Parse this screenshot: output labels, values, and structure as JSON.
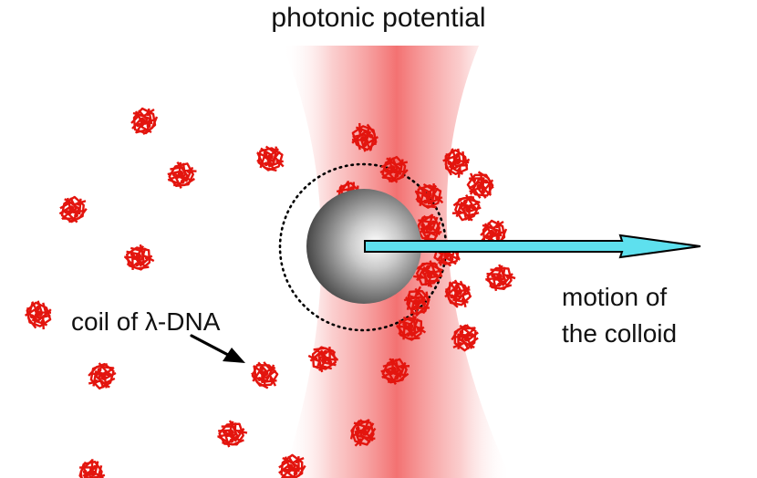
{
  "title": "photonic potential",
  "dna_label": "coil of λ-DNA",
  "motion_label": {
    "line1": "motion of",
    "line2": "the colloid"
  },
  "colors": {
    "dna_coil": "#e3150e",
    "beam_core": "#f26a6a",
    "colloid_highlight": "#ffffff",
    "colloid_shadow": "#404040",
    "arrow_fill": "#5ee0ee",
    "outline": "#000000"
  },
  "elements": {
    "beam": "photonic-potential-beam",
    "colloid": "colloid-sphere",
    "trap_boundary": "dotted-trap-circle",
    "motion": "motion-arrow",
    "pointer": "dna-pointer-arrow",
    "coil_count": 31
  }
}
